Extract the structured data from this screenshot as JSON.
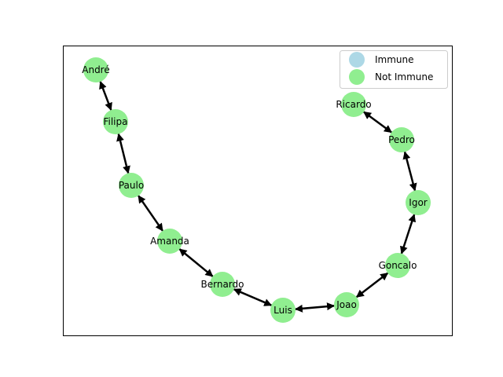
{
  "colors": {
    "immune": "#add8e6",
    "not_immune": "#90ee90",
    "edge": "#000000",
    "frame": "#000000",
    "legend_border": "#cccccc"
  },
  "legend": {
    "placement": "upper right",
    "entries": [
      {
        "label": "Immune",
        "color": "#add8e6"
      },
      {
        "label": "Not Immune",
        "color": "#90ee90"
      }
    ]
  },
  "graph": {
    "nodes": [
      {
        "id": "andre",
        "label": "André",
        "status": "not_immune"
      },
      {
        "id": "filipa",
        "label": "Filipa",
        "status": "not_immune"
      },
      {
        "id": "paulo",
        "label": "Paulo",
        "status": "not_immune"
      },
      {
        "id": "amanda",
        "label": "Amanda",
        "status": "not_immune"
      },
      {
        "id": "bernardo",
        "label": "Bernardo",
        "status": "not_immune"
      },
      {
        "id": "luis",
        "label": "Luis",
        "status": "not_immune"
      },
      {
        "id": "joao",
        "label": "Joao",
        "status": "not_immune"
      },
      {
        "id": "goncalo",
        "label": "Goncalo",
        "status": "not_immune"
      },
      {
        "id": "igor",
        "label": "Igor",
        "status": "not_immune"
      },
      {
        "id": "pedro",
        "label": "Pedro",
        "status": "not_immune"
      },
      {
        "id": "ricardo",
        "label": "Ricardo",
        "status": "not_immune"
      }
    ],
    "edges": [
      {
        "from": "andre",
        "to": "filipa"
      },
      {
        "from": "filipa",
        "to": "paulo"
      },
      {
        "from": "paulo",
        "to": "amanda"
      },
      {
        "from": "amanda",
        "to": "bernardo"
      },
      {
        "from": "bernardo",
        "to": "luis"
      },
      {
        "from": "luis",
        "to": "joao"
      },
      {
        "from": "joao",
        "to": "goncalo"
      },
      {
        "from": "goncalo",
        "to": "igor"
      },
      {
        "from": "igor",
        "to": "pedro"
      },
      {
        "from": "pedro",
        "to": "ricardo"
      }
    ],
    "edge_style": "double-arrow"
  }
}
